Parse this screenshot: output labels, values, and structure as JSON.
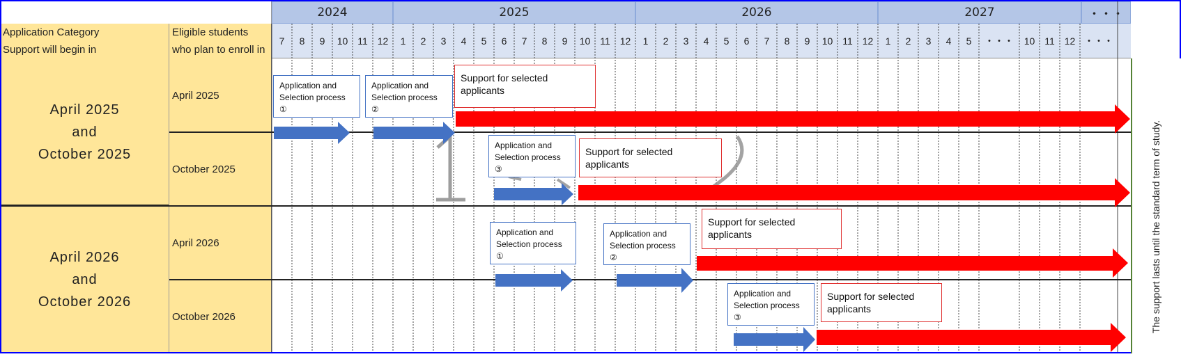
{
  "header": {
    "years": [
      "2024",
      "2025",
      "2026",
      "2027",
      "・・・"
    ],
    "col_a_label_1": "Application Category",
    "col_a_label_2": "Support will begin in",
    "col_b_label_1": "Eligible students",
    "col_b_label_2": "who plan to enroll in",
    "months": [
      "7",
      "8",
      "9",
      "10",
      "11",
      "12",
      "1",
      "2",
      "3",
      "4",
      "5",
      "6",
      "7",
      "8",
      "9",
      "10",
      "11",
      "12",
      "1",
      "2",
      "3",
      "4",
      "5",
      "6",
      "7",
      "8",
      "9",
      "10",
      "11",
      "12",
      "1",
      "2",
      "3",
      "4",
      "5",
      "・・・",
      "10",
      "11",
      "12",
      "・・・"
    ]
  },
  "categories": [
    {
      "line1": "April  2025",
      "line2": "and",
      "line3": "October  2025"
    },
    {
      "line1": "April  2026",
      "line2": "and",
      "line3": "October  2026"
    }
  ],
  "eligible": [
    "April  2025",
    "October  2025",
    "April  2026",
    "October  2026"
  ],
  "boxes": {
    "app_line1": "Application and",
    "proc1": "Selection process ①",
    "proc2": "Selection process ②",
    "proc3": "Selection process ③",
    "support_line1": "Support for selected",
    "support_line2": "applicants"
  },
  "note": "The support lasts until the standard term of study.",
  "colors": {
    "header_blue": "#b4c6e7",
    "month_blue": "#dae3f3",
    "category_yellow": "#ffe699",
    "arrow_blue": "#4472c4",
    "arrow_red": "#ff0000",
    "frame_blue": "#0000ff",
    "note_border_green": "#548235"
  }
}
